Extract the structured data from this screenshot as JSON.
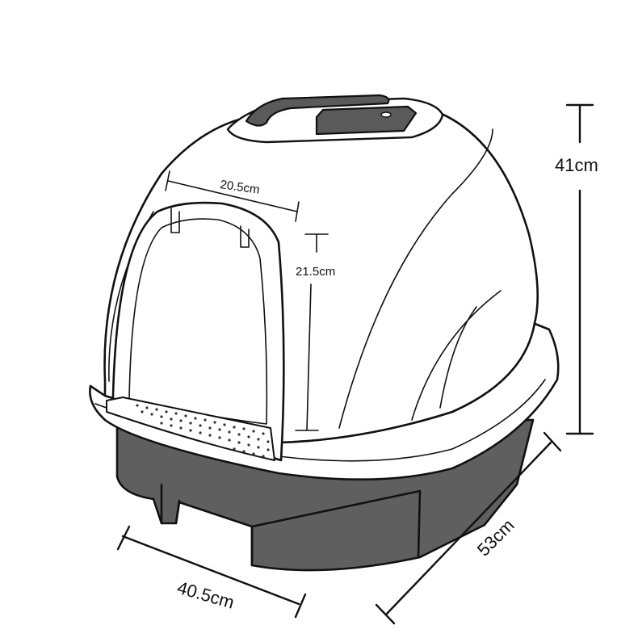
{
  "dimensions": {
    "height": "41cm",
    "length": "53cm",
    "width": "40.5cm",
    "door_width": "20.5cm",
    "door_height": "21.5cm"
  },
  "colors": {
    "line": "#111111",
    "base": "#5f5f5f",
    "handle": "#5a5a5a",
    "background": "#ffffff"
  }
}
